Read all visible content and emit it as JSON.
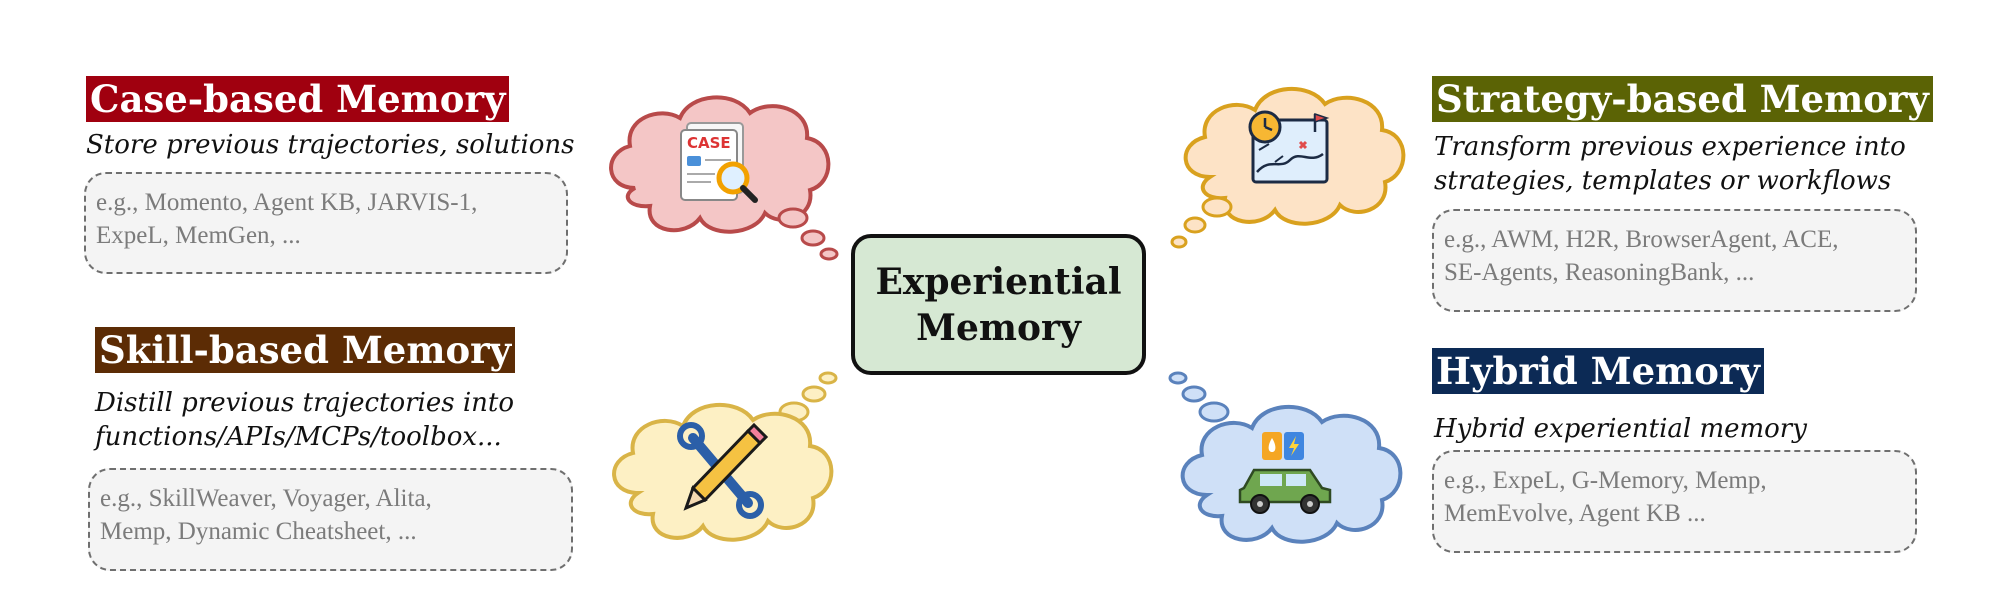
{
  "center": {
    "line1": "Experiential",
    "line2": "Memory"
  },
  "case": {
    "title": "Case-based Memory",
    "color": "#a0000f",
    "desc": [
      "Store previous trajectories, solutions"
    ],
    "examples": [
      "e.g., Momento, Agent KB, JARVIS-1,",
      "ExpeL, MemGen, ..."
    ],
    "icon": "case-file-magnifier-icon",
    "icon_text": "CASE"
  },
  "strategy": {
    "title": "Strategy-based Memory",
    "color": "#5b6305",
    "desc": [
      "Transform previous experience into",
      "strategies, templates or workflows"
    ],
    "examples": [
      "e.g., AWM, H2R, BrowserAgent, ACE,",
      "SE-Agents, ReasoningBank, ..."
    ],
    "icon": "strategy-map-clock-icon"
  },
  "skill": {
    "title": "Skill-based Memory",
    "color": "#5c2c05",
    "desc": [
      "Distill previous trajectories into",
      "functions/APIs/MCPs/toolbox..."
    ],
    "examples": [
      "e.g., SkillWeaver, Voyager, Alita,",
      "Memp, Dynamic Cheatsheet, ..."
    ],
    "icon": "pencil-wrench-icon"
  },
  "hybrid": {
    "title": "Hybrid Memory",
    "color": "#0c2a55",
    "desc": [
      "Hybrid experiential memory"
    ],
    "examples": [
      "e.g., ExpeL, G-Memory, Memp,",
      "MemEvolve, Agent KB ..."
    ],
    "icon": "hybrid-car-fuel-electric-icon"
  },
  "cloud_colors": {
    "case": {
      "fill": "#f4c6c6",
      "stroke": "#b84a4a"
    },
    "strategy": {
      "fill": "#fde3c6",
      "stroke": "#d9a11e"
    },
    "skill": {
      "fill": "#fdf0c4",
      "stroke": "#d9b447"
    },
    "hybrid": {
      "fill": "#cfe0f7",
      "stroke": "#5a82bc"
    }
  }
}
